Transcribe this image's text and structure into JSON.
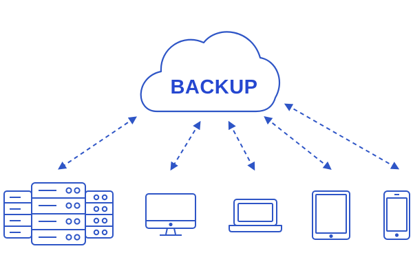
{
  "cloud": {
    "label": "BACKUP",
    "icon": "cloud-icon"
  },
  "devices": [
    {
      "name": "server-rack",
      "icon": "server-rack-icon"
    },
    {
      "name": "desktop-monitor",
      "icon": "monitor-icon"
    },
    {
      "name": "laptop",
      "icon": "laptop-icon"
    },
    {
      "name": "tablet",
      "icon": "tablet-icon"
    },
    {
      "name": "smartphone",
      "icon": "smartphone-icon"
    }
  ],
  "colors": {
    "stroke": "#2E55C6",
    "label": "#2547D0",
    "background": "#FFFFFF"
  }
}
